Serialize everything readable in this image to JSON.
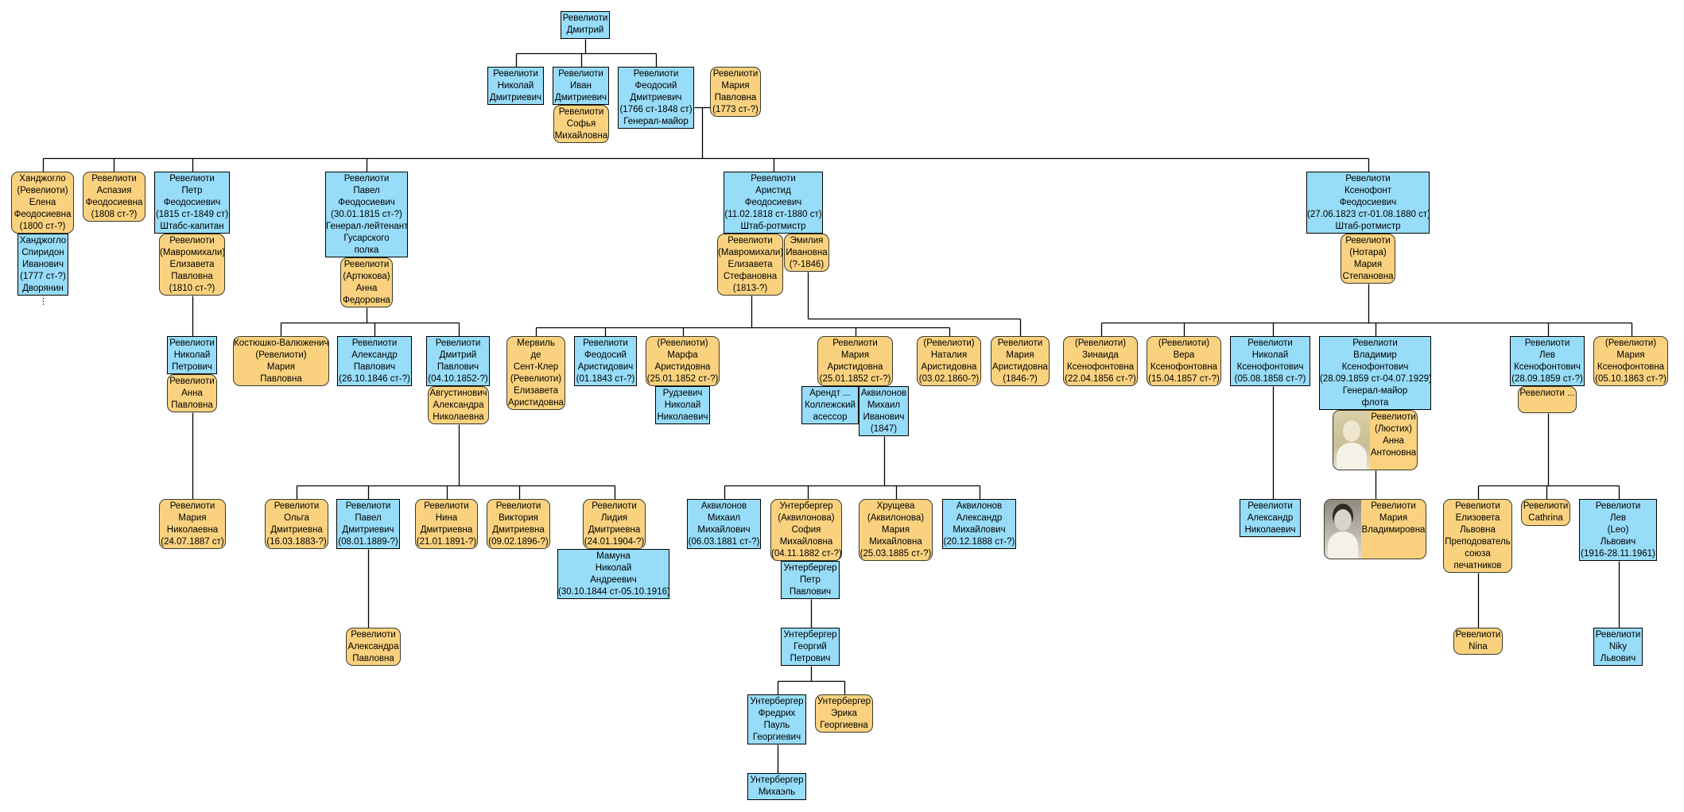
{
  "colors": {
    "male": "#97dcf8",
    "female": "#fad27f",
    "line": "#000000"
  },
  "nodes": [
    {
      "id": "n1",
      "sex": "m",
      "lines": [
        "Ревелиоти",
        "Дмитрий"
      ]
    },
    {
      "id": "n2",
      "sex": "m",
      "lines": [
        "Ревелиоти",
        "Николай",
        "Дмитриевич"
      ]
    },
    {
      "id": "n3",
      "sex": "m",
      "lines": [
        "Ревелиоти",
        "Иван",
        "Дмитриевич"
      ]
    },
    {
      "id": "n4",
      "sex": "f",
      "lines": [
        "Ревелиоти",
        "Софья",
        "Михайловна"
      ]
    },
    {
      "id": "n5",
      "sex": "m",
      "lines": [
        "Ревелиоти",
        "Феодосий",
        "Дмитриевич",
        "(1766 ст-1848 ст)",
        "Генерал-майор"
      ]
    },
    {
      "id": "n6",
      "sex": "f",
      "lines": [
        "Ревелиоти",
        "Мария",
        "Павловна",
        "(1773 ст-?)"
      ]
    },
    {
      "id": "n7",
      "sex": "f",
      "lines": [
        "Ханджогло",
        "(Ревелиоти)",
        "Елена",
        "Феодосиевна",
        "(1800 ст-?)"
      ]
    },
    {
      "id": "n8",
      "sex": "m",
      "lines": [
        "Ханджогло",
        "Спиридон",
        "Иванович",
        "(1777 ст-?)",
        "Дворянин"
      ]
    },
    {
      "id": "n9",
      "sex": "f",
      "lines": [
        "Ревелиоти",
        "Аспазия",
        "Феодосиевна",
        "(1808 ст-?)"
      ]
    },
    {
      "id": "n10",
      "sex": "m",
      "lines": [
        "Ревелиоти",
        "Петр",
        "Феодосиевич",
        "(1815 ст-1849 ст)",
        "Штабс-капитан"
      ]
    },
    {
      "id": "n11",
      "sex": "f",
      "lines": [
        "Ревелиоти",
        "(Мавромихали)",
        "Елизавета",
        "Павловна",
        "(1810 ст-?)"
      ]
    },
    {
      "id": "n12",
      "sex": "m",
      "lines": [
        "Ревелиоти",
        "Павел",
        "Феодосиевич",
        "(30.01.1815 ст-?)",
        "Генерал-лейтенант",
        "Гусарского",
        "полка"
      ]
    },
    {
      "id": "n13",
      "sex": "f",
      "lines": [
        "Ревелиоти",
        "(Артюкова)",
        "Анна",
        "Федоровна"
      ]
    },
    {
      "id": "n14",
      "sex": "m",
      "lines": [
        "Ревелиоти",
        "Аристид",
        "Феодосиевич",
        "(11.02.1818 ст-1880 ст)",
        "Штаб-ротмистр"
      ]
    },
    {
      "id": "n15",
      "sex": "f",
      "lines": [
        "Ревелиоти",
        "(Мавромихали)",
        "Елизавета",
        "Стефановна",
        "(1813-?)"
      ]
    },
    {
      "id": "n16",
      "sex": "f",
      "lines": [
        "Эмилия",
        "Ивановна",
        "(?-1846)"
      ]
    },
    {
      "id": "n17",
      "sex": "m",
      "lines": [
        "Ревелиоти",
        "Ксенофонт",
        "Феодосиевич",
        "(27.06.1823 ст-01.08.1880 ст)",
        "Штаб-ротмистр"
      ]
    },
    {
      "id": "n18",
      "sex": "f",
      "lines": [
        "Ревелиоти",
        "(Нотара)",
        "Мария",
        "Степановна"
      ]
    },
    {
      "id": "n19",
      "sex": "m",
      "lines": [
        "Ревелиоти",
        "Николай",
        "Петрович"
      ]
    },
    {
      "id": "n20",
      "sex": "f",
      "lines": [
        "Ревелиоти",
        "Анна",
        "Павловна"
      ]
    },
    {
      "id": "n21",
      "sex": "f",
      "lines": [
        "Ревелиоти",
        "Мария",
        "Николаевна",
        "(24.07.1887 ст)"
      ]
    },
    {
      "id": "n22",
      "sex": "f",
      "lines": [
        "Костюшко-Валюженич",
        "(Ревелиоти)",
        "Мария",
        "Павловна"
      ]
    },
    {
      "id": "n23",
      "sex": "m",
      "lines": [
        "Ревелиоти",
        "Александр",
        "Павлович",
        "(26.10.1846 ст-?)"
      ]
    },
    {
      "id": "n24",
      "sex": "m",
      "lines": [
        "Ревелиоти",
        "Дмитрий",
        "Павлович",
        "(04.10.1852-?)"
      ]
    },
    {
      "id": "n25",
      "sex": "f",
      "lines": [
        "Августинович",
        "Александра",
        "Николаевна"
      ]
    },
    {
      "id": "n26",
      "sex": "f",
      "lines": [
        "Мервиль",
        "де",
        "Сент-Клер",
        "(Ревелиоти)",
        "Елизавета",
        "Аристидовна"
      ]
    },
    {
      "id": "n27",
      "sex": "m",
      "lines": [
        "Ревелиоти",
        "Феодосий",
        "Аристидович",
        "(01.1843 ст-?)"
      ]
    },
    {
      "id": "n28",
      "sex": "f",
      "lines": [
        "(Ревелиоти)",
        "Марфа",
        "Аристидовна",
        "(25.01.1852 ст-?)"
      ]
    },
    {
      "id": "n29",
      "sex": "m",
      "lines": [
        "Рудзевич",
        "Николай",
        "Николаевич"
      ]
    },
    {
      "id": "n30",
      "sex": "f",
      "lines": [
        "Ревелиоти",
        "Мария",
        "Аристидовна",
        "(25.01.1852 ст-?)"
      ]
    },
    {
      "id": "n31",
      "sex": "m",
      "lines": [
        "Арендт ...",
        "Коллежский",
        "асессор"
      ]
    },
    {
      "id": "n32",
      "sex": "m",
      "lines": [
        "Аквилонов",
        "Михаил",
        "Иванович",
        "(1847)"
      ]
    },
    {
      "id": "n33",
      "sex": "f",
      "lines": [
        "(Ревелиоти)",
        "Наталия",
        "Аристидовна",
        "(03.02.1860-?)"
      ]
    },
    {
      "id": "n34",
      "sex": "f",
      "lines": [
        "Ревелиоти",
        "Мария",
        "Аристидовна",
        "(1846-?)"
      ]
    },
    {
      "id": "n35",
      "sex": "f",
      "lines": [
        "(Ревелиоти)",
        "Зинаида",
        "Ксенофонтовна",
        "(22.04.1856 ст-?)"
      ]
    },
    {
      "id": "n36",
      "sex": "f",
      "lines": [
        "(Ревелиоти)",
        "Вера",
        "Ксенофонтовна",
        "(15.04.1857 ст-?)"
      ]
    },
    {
      "id": "n37",
      "sex": "m",
      "lines": [
        "Ревелиоти",
        "Николай",
        "Ксенофонтович",
        "(05.08.1858 ст-?)"
      ]
    },
    {
      "id": "n38",
      "sex": "m",
      "lines": [
        "Ревелиоти",
        "Владимир",
        "Ксенофонтович",
        "(28.09.1859 ст-04.07.1929)",
        "Генерал-майор",
        "флота"
      ]
    },
    {
      "id": "n39",
      "sex": "f",
      "photo": "sepia",
      "lines": [
        "Ревелиоти",
        "(Люстих)",
        "Анна",
        "Антоновна"
      ]
    },
    {
      "id": "n40",
      "sex": "m",
      "lines": [
        "Ревелиоти",
        "Лев",
        "Ксенофонтович",
        "(28.09.1859 ст-?)"
      ]
    },
    {
      "id": "n41",
      "sex": "f",
      "lines": [
        "Ревелиоти ..."
      ]
    },
    {
      "id": "n42",
      "sex": "f",
      "lines": [
        "(Ревелиоти)",
        "Мария",
        "Ксенофонтовна",
        "(05.10.1863 ст-?)"
      ]
    },
    {
      "id": "n43",
      "sex": "f",
      "lines": [
        "Ревелиоти",
        "Ольга",
        "Дмитриевна",
        "(16.03.1883-?)"
      ]
    },
    {
      "id": "n44",
      "sex": "m",
      "lines": [
        "Ревелиоти",
        "Павел",
        "Дмитриевич",
        "(08.01.1889-?)"
      ]
    },
    {
      "id": "n45",
      "sex": "f",
      "lines": [
        "Ревелиоти",
        "Нина",
        "Дмитриевна",
        "(21.01.1891-?)"
      ]
    },
    {
      "id": "n46",
      "sex": "f",
      "lines": [
        "Ревелиоти",
        "Виктория",
        "Дмитриевна",
        "(09.02.1896-?)"
      ]
    },
    {
      "id": "n47",
      "sex": "f",
      "lines": [
        "Ревелиоти",
        "Лидия",
        "Дмитриевна",
        "(24.01.1904-?)"
      ]
    },
    {
      "id": "n48",
      "sex": "m",
      "lines": [
        "Мамуна",
        "Николай",
        "Андреевич",
        "(30.10.1844 ст-05.10.1916)"
      ]
    },
    {
      "id": "n49",
      "sex": "m",
      "lines": [
        "Аквилонов",
        "Михаил",
        "Михайлович",
        "(06.03.1881 ст-?)"
      ]
    },
    {
      "id": "n50",
      "sex": "f",
      "lines": [
        "Унтербергер",
        "(Аквилонова)",
        "София",
        "Михайловна",
        "(04.11.1882 ст-?)"
      ]
    },
    {
      "id": "n51",
      "sex": "f",
      "lines": [
        "Хрущева",
        "(Аквилонова)",
        "Мария",
        "Михайловна",
        "(25.03.1885 ст-?)"
      ]
    },
    {
      "id": "n52",
      "sex": "m",
      "lines": [
        "Аквилонов",
        "Александр",
        "Михайлович",
        "(20.12.1888 ст-?)"
      ]
    },
    {
      "id": "n53",
      "sex": "m",
      "lines": [
        "Ревелиоти",
        "Александр",
        "Николаевич"
      ]
    },
    {
      "id": "n54",
      "sex": "f",
      "photo": "bw",
      "lines": [
        "Ревелиоти",
        "Мария",
        "Владимировна"
      ]
    },
    {
      "id": "n55",
      "sex": "f",
      "lines": [
        "Ревелиоти",
        "Елизовета",
        "Львовна",
        "Преподователь",
        "союза",
        "печатников"
      ]
    },
    {
      "id": "n56",
      "sex": "f",
      "lines": [
        "Ревелиоти",
        "Cathrina"
      ]
    },
    {
      "id": "n57",
      "sex": "m",
      "lines": [
        "Ревелиоти",
        "Лев",
        "(Leo)",
        "Львович",
        "(1916-28.11.1961)"
      ]
    },
    {
      "id": "n58",
      "sex": "f",
      "lines": [
        "Ревелиоти",
        "Александра",
        "Павловна"
      ]
    },
    {
      "id": "n59",
      "sex": "m",
      "lines": [
        "Унтербергер",
        "Петр",
        "Павлович"
      ]
    },
    {
      "id": "n60",
      "sex": "m",
      "lines": [
        "Унтербергер",
        "Георгий",
        "Петрович"
      ]
    },
    {
      "id": "n61",
      "sex": "m",
      "lines": [
        "Унтербергер",
        "Фредрих",
        "Пауль",
        "Георгиевич"
      ]
    },
    {
      "id": "n62",
      "sex": "f",
      "lines": [
        "Унтербергер",
        "Эрика",
        "Георгиевна"
      ]
    },
    {
      "id": "n63",
      "sex": "f",
      "lines": [
        "Ревелиоти",
        "Nina"
      ]
    },
    {
      "id": "n64",
      "sex": "m",
      "lines": [
        "Ревелиоти",
        "Niky",
        "Львович"
      ]
    },
    {
      "id": "n65",
      "sex": "m",
      "lines": [
        "Унтербергер",
        "Михаэль"
      ]
    }
  ]
}
